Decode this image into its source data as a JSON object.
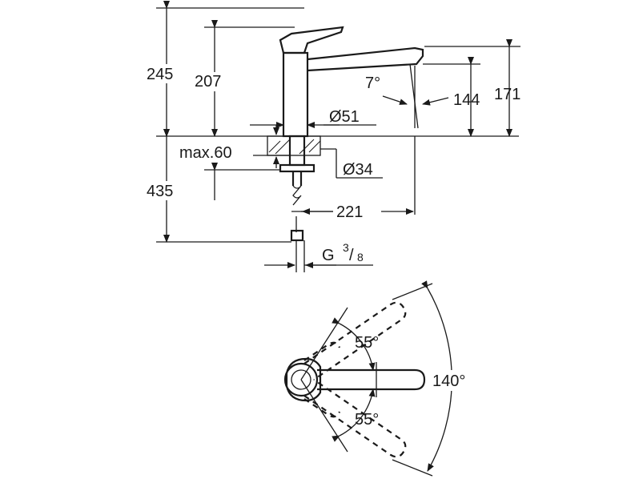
{
  "side_view": {
    "dim_total_height": "245",
    "dim_spout_top": "207",
    "dim_spout_outlet": "171",
    "dim_outlet_clearance": "144",
    "dim_angle": "7°",
    "dim_body_diameter": "Ø51",
    "dim_max_thickness": "max.60",
    "dim_hole_diameter": "Ø34",
    "dim_below_deck": "435",
    "dim_reach": "221",
    "dim_thread_base": "G",
    "dim_thread_num": "3",
    "dim_thread_den": "8"
  },
  "top_view": {
    "angle_upper": "55°",
    "angle_lower": "55°",
    "angle_total": "140°"
  }
}
